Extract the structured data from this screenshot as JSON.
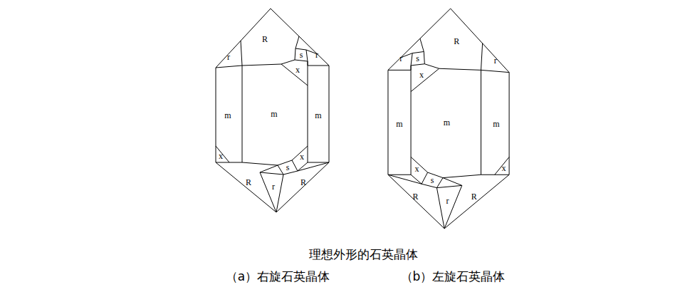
{
  "diagram": {
    "caption": "理想外形的石英晶体",
    "labels": [
      "r",
      "R",
      "r",
      "s",
      "x",
      "m",
      "m",
      "m",
      "x",
      "x",
      "s",
      "R",
      "r",
      "R",
      "r",
      "R",
      "r",
      "s",
      "x",
      "m",
      "m",
      "m",
      "x",
      "x",
      "s",
      "R",
      "r",
      "R",
      "（a）右旋石英晶体",
      "（b）左旋石英晶体"
    ]
  }
}
